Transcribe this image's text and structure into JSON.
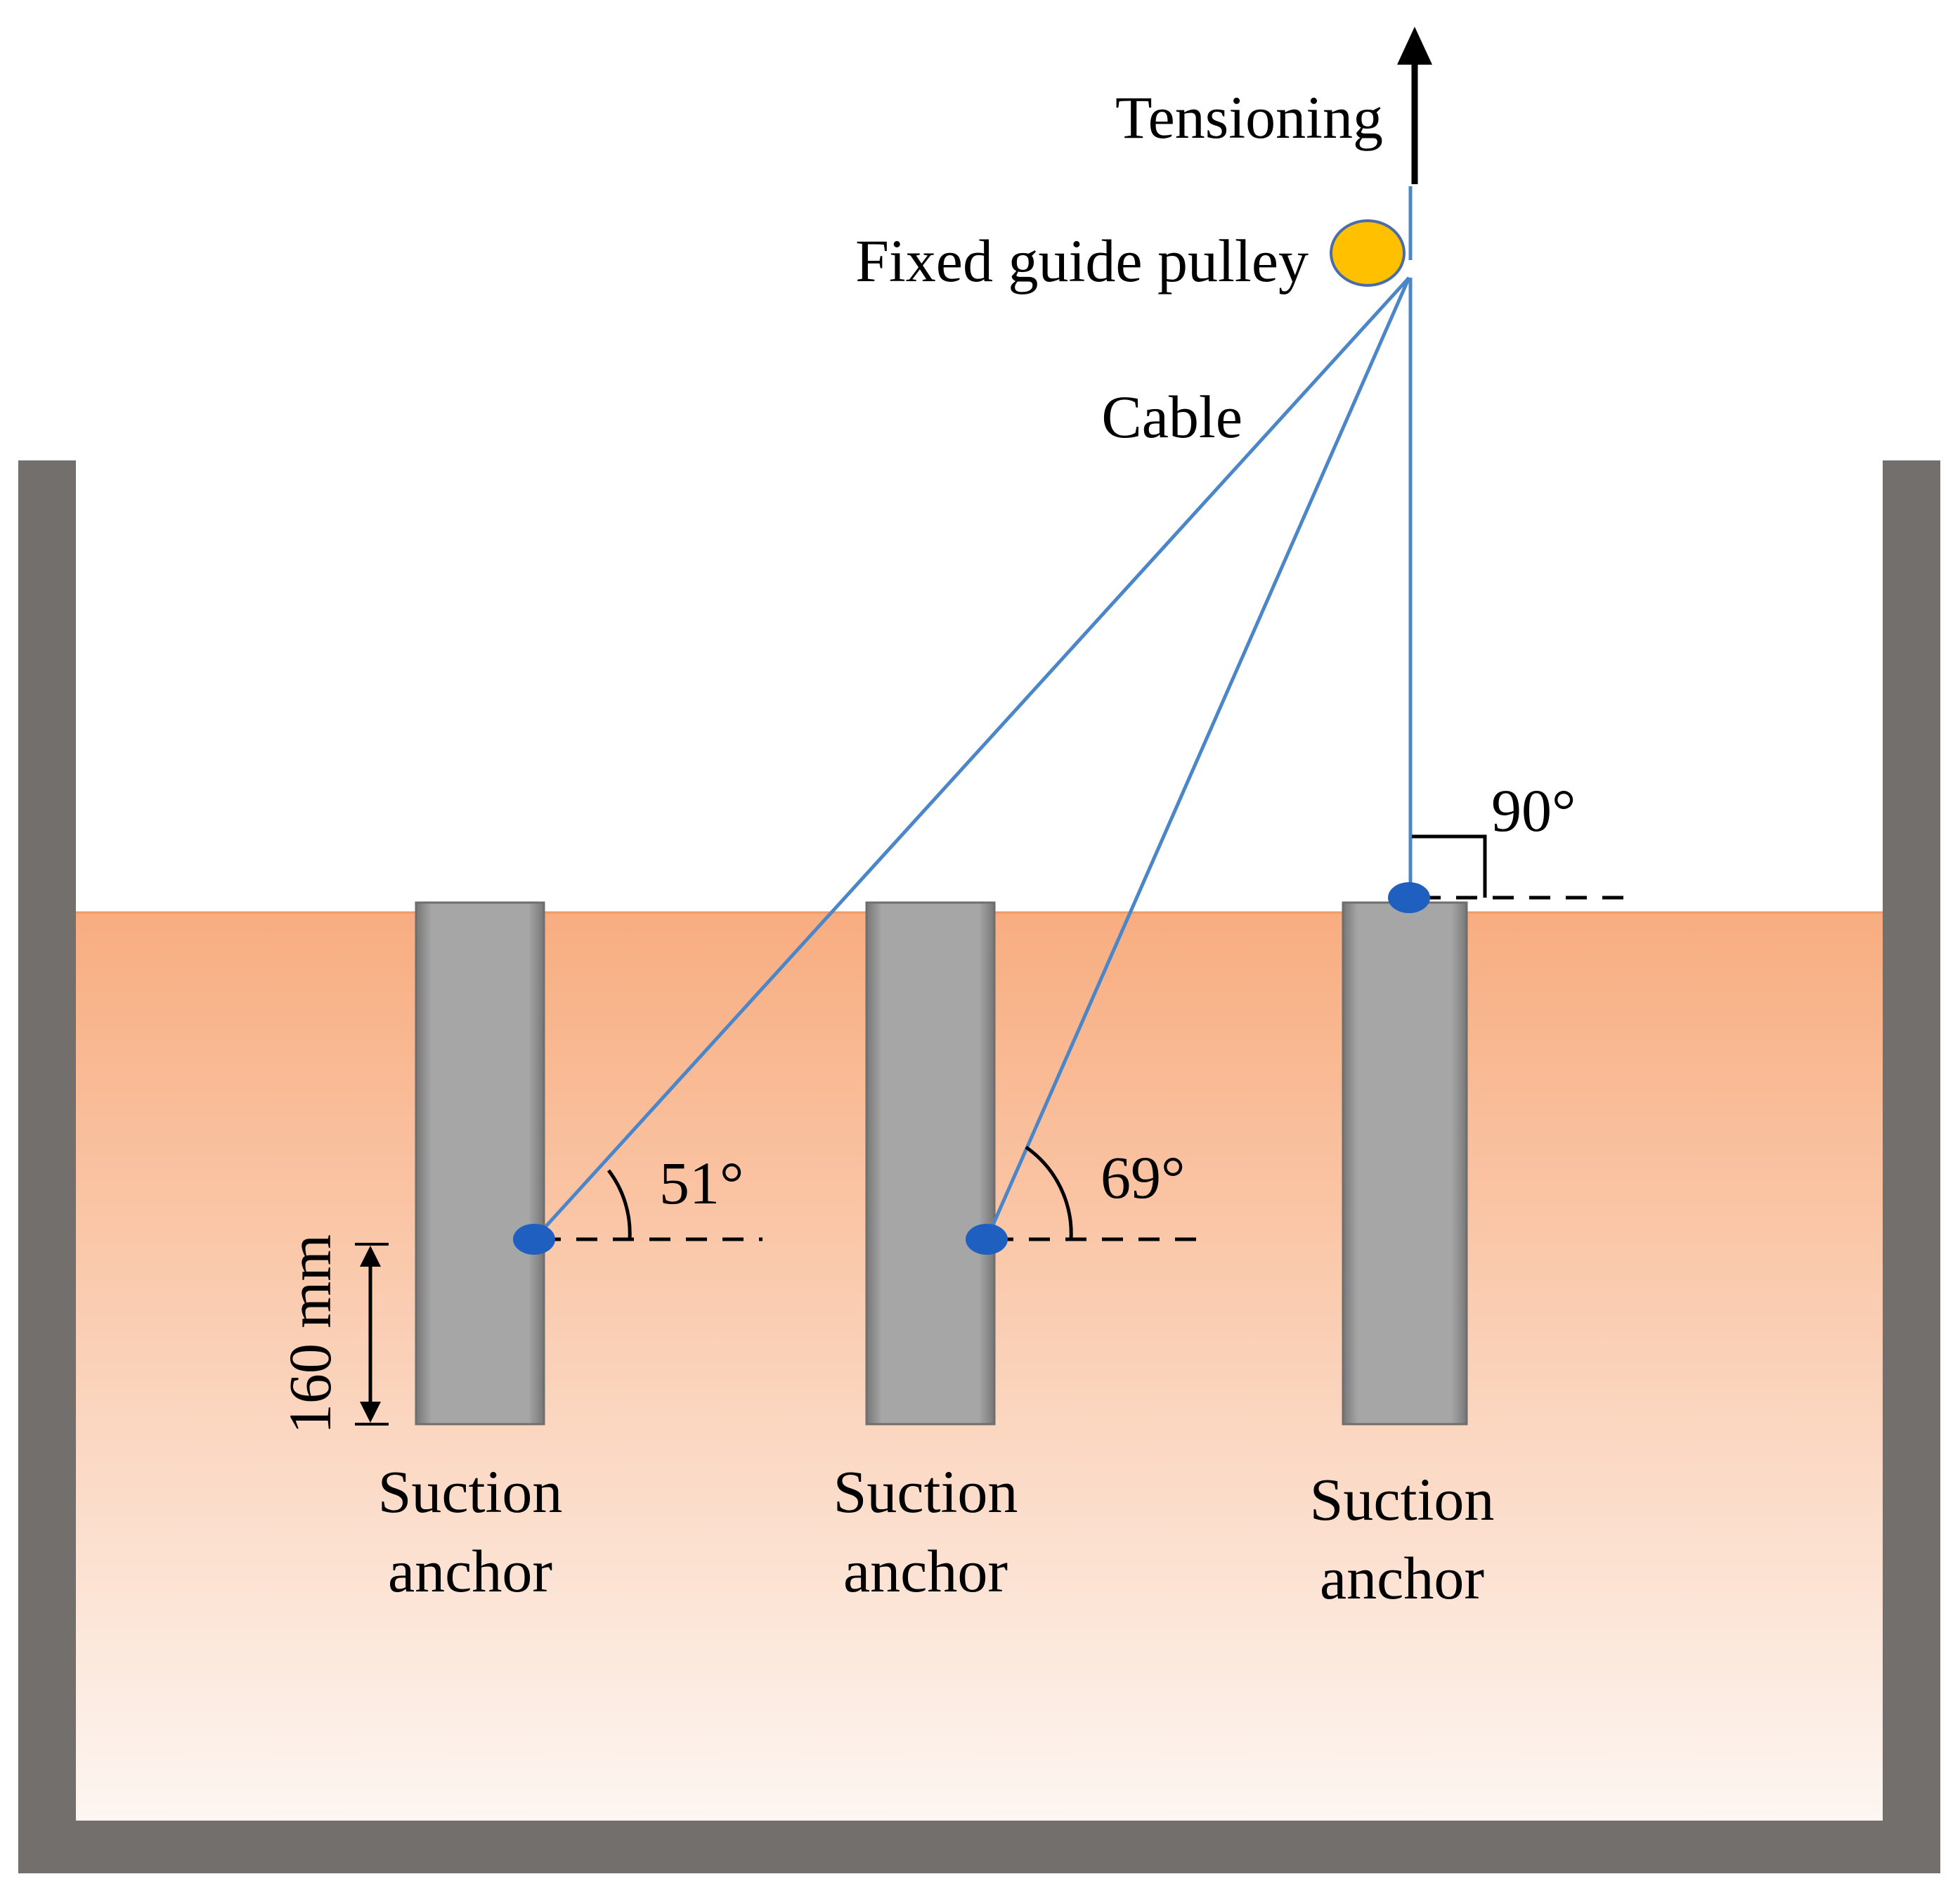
{
  "labels": {
    "tensioning": "Tensioning",
    "pulley": "Fixed guide pulley",
    "cable": "Cable",
    "depth": "160 mm"
  },
  "anchors": [
    {
      "label_line1": "Suction",
      "label_line2": "anchor",
      "angle_text": "51°"
    },
    {
      "label_line1": "Suction",
      "label_line2": "anchor",
      "angle_text": "69°"
    },
    {
      "label_line1": "Suction",
      "label_line2": "anchor",
      "angle_text": "90°"
    }
  ],
  "colors": {
    "tank_wall": "#736f6d",
    "soil_top": "#f8ad80",
    "soil_bottom": "#fdf6f2",
    "anchor_fill": "#a6a6a6",
    "anchor_edge": "#6e6e6e",
    "cable": "#4a86c8",
    "attachment_point": "#1f5fbf",
    "pulley_fill": "#ffc000",
    "pulley_edge": "#4a6da8"
  }
}
